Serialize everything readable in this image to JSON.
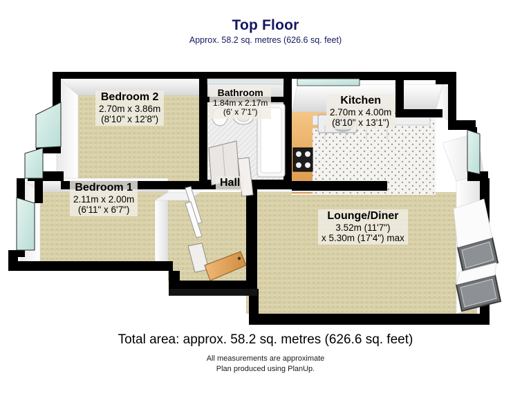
{
  "header": {
    "title": "Top Floor",
    "subtitle": "Approx. 58.2 sq. metres (626.6 sq. feet)"
  },
  "footer": {
    "total_area": "Total area: approx. 58.2 sq. metres (626.6 sq. feet)",
    "disclaimer_line1": "All measurements are approximate",
    "disclaimer_line2": "Plan produced using PlanUp."
  },
  "rooms": [
    {
      "name": "Bedroom 2",
      "dim_metric": "2.70m x 3.86m",
      "dim_imperial": "(8'10\" x 12'8\")"
    },
    {
      "name": "Bathroom",
      "dim_metric": "1.84m x 2.17m",
      "dim_imperial": "(6' x 7'1\")"
    },
    {
      "name": "Kitchen",
      "dim_metric": "2.70m x 4.00m",
      "dim_imperial": "(8'10\" x 13'1\")"
    },
    {
      "name": "Bedroom 1",
      "dim_metric": "2.11m x 2.00m",
      "dim_imperial": "(6'11\" x 6'7\")"
    },
    {
      "name": "Hall",
      "dim_metric": "",
      "dim_imperial": ""
    },
    {
      "name": "Lounge/Diner",
      "dim_metric": "3.52m (11'7\")",
      "dim_imperial": "x 5.30m (17'4\") max"
    }
  ],
  "fixtures": [
    {
      "name": "toilet",
      "room": "Bathroom"
    },
    {
      "name": "wash-basin",
      "room": "Bathroom"
    },
    {
      "name": "bath-tub",
      "room": "Bathroom"
    },
    {
      "name": "kitchen-sink",
      "room": "Kitchen"
    },
    {
      "name": "hob-cooker",
      "room": "Kitchen"
    },
    {
      "name": "worktop-counter",
      "room": "Kitchen"
    },
    {
      "name": "wooden-door",
      "room": "Hall"
    },
    {
      "name": "white-door",
      "room": "Hall"
    },
    {
      "name": "window",
      "room": "Lounge/Diner"
    }
  ],
  "colors": {
    "title": "#151563",
    "wall_outline": "#000000",
    "wall_face_light": "#ffffff",
    "wall_face_shade": "#d2d2d2",
    "carpet": "#d8cfa8",
    "tile_floor": "#f2f2ee",
    "counter_wood": "#e6a757",
    "window_glass": "#cfe9e4",
    "door_wood": "#d9a05a",
    "label_bg": "#f0ede4"
  }
}
